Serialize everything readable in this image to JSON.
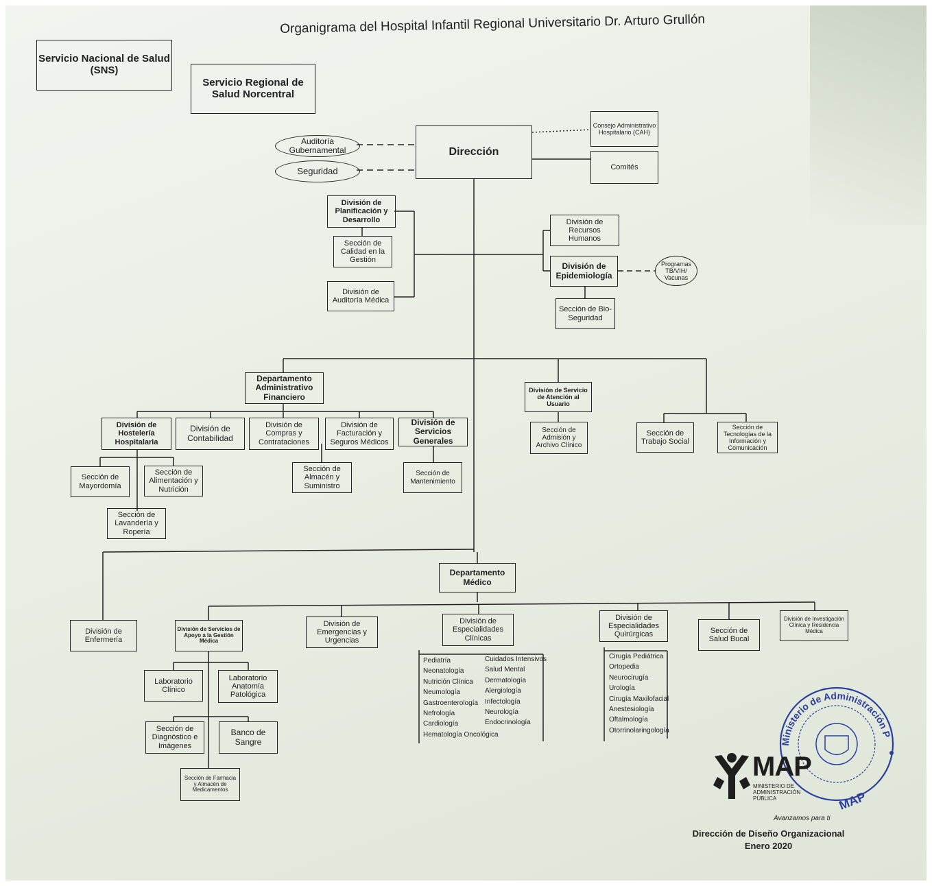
{
  "title": "Organigrama del Hospital Infantil Regional Universitario Dr. Arturo Grullón",
  "top_left": {
    "sns": "Servicio Nacional de Salud (SNS)",
    "regional": "Servicio Regional de Salud Norcentral"
  },
  "direccion": "Dirección",
  "auditoria": "Auditoría Gubernamental",
  "seguridad": "Seguridad",
  "consejo": "Consejo Administrativo Hospitalario (CAH)",
  "comites": "Comités",
  "planificacion": "División de Planificación y Desarrollo",
  "calidad": "Sección de Calidad en la Gestión",
  "auditoria_medica": "División de Auditoría Médica",
  "rrhh": "División de Recursos Humanos",
  "epidemiologia": "División de Epidemiología",
  "programas": "Programas TB/VIH/ Vacunas",
  "bioseguridad": "Sección de Bio-Seguridad",
  "admin_financiero": "Departamento Administrativo Financiero",
  "atencion_usuario": "División de Servicio de Atención al Usuario",
  "admision": "Sección de Admisión y Archivo Clínico",
  "trabajo_social": "Sección de Trabajo Social",
  "tecnologias": "Sección de Tecnologías de la Información y Comunicación",
  "hosteleria": "División de Hostelería Hospitalaria",
  "contabilidad": "División de Contabilidad",
  "compras": "División de Compras y Contrataciones",
  "facturacion": "División de Facturación y Seguros Médicos",
  "servicios_generales": "División de Servicios Generales",
  "mayordomia": "Sección de Mayordomía",
  "alimentacion": "Sección de Alimentación y Nutrición",
  "lavanderia": "Sección de Lavandería y Ropería",
  "almacen": "Sección de Almacén y Suministro",
  "mantenimiento": "Sección de Mantenimiento",
  "medico": "Departamento Médico",
  "enfermeria": "División de Enfermería",
  "apoyo": "División de Servicios de Apoyo a la Gestión Médica",
  "emergencias": "División de Emergencias y Urgencias",
  "clinicas": "División de Especialidades Clínicas",
  "quirurgicas": "División de Especialidades Quirúrgicas",
  "bucal": "Sección de Salud Bucal",
  "investigacion": "División de Investigación Clínica y Residencia Médica",
  "lab_clinico": "Laboratorio Clínico",
  "lab_anatomia": "Laboratorio Anatomía Patológica",
  "diagnostico": "Sección de Diagnóstico e Imágenes",
  "banco": "Banco de Sangre",
  "farmacia": "Sección de Farmacia y Almacén de Medicamentos",
  "clinicas_col1": [
    "Pediatría",
    "Neonatología",
    "Nutrición Clínica",
    "Neumología",
    "Gastroenterología",
    "Nefrología",
    "Cardiología",
    "Hematología Oncológica"
  ],
  "clinicas_col2": [
    "Cuidados Intensivos",
    "Salud Mental",
    "Dermatología",
    "Alergiología",
    "Infectología",
    "Neurología",
    "Endocrinología"
  ],
  "quirurgicas_list": [
    "Cirugía Pediátrica",
    "Ortopedia",
    "Neurocirugía",
    "Urología",
    "Cirugía Maxilofacial",
    "Anestesiología",
    "Oftalmología",
    "Otorrinolaringología"
  ],
  "map_logo": "MAP",
  "map_ministerio": "MINISTERIO DE ADMINISTRACIÓN PÚBLICA",
  "stamp_text": "Ministerio de Administración Pública",
  "stamp_bottom": "MAP",
  "avalado": "Avanzamos para ti",
  "footer1": "Dirección de Diseño Organizacional",
  "footer2": "Enero 2020",
  "colors": {
    "ink": "#222222",
    "paper": "#eef1ea",
    "stamp": "#2a3fa0"
  }
}
